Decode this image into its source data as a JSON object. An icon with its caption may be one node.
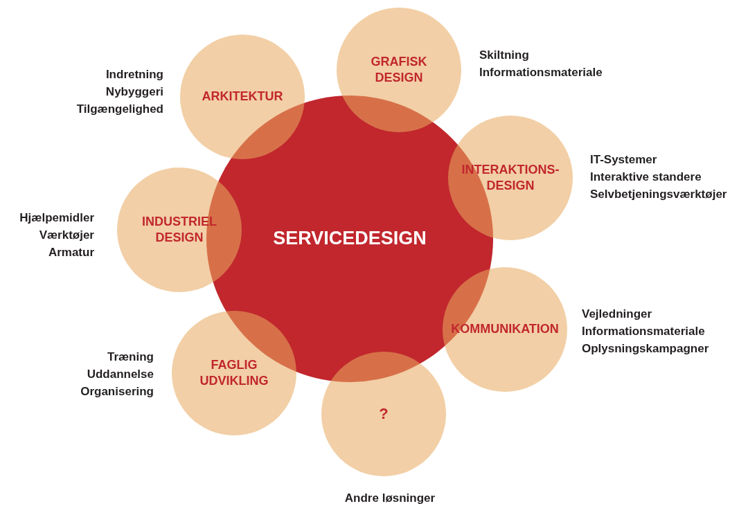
{
  "diagram": {
    "nodes": [
      {
        "text": [
          "SERVICEDESIGN"
        ]
      },
      {
        "text": [
          "ARKITEKTUR"
        ],
        "beside": [
          "Indretning",
          "Nybyggeri",
          "Tilgængelighed"
        ]
      },
      {
        "text": [
          "GRAFISK DESIGN"
        ],
        "beside": [
          "Skiltning",
          "Informationsmateriale"
        ]
      },
      {
        "text": [
          "INTERAKTIONS-DESIGN"
        ],
        "beside": [
          "IT-Systemer",
          "Interaktive standere",
          "Selvbetjeningsværktøjer"
        ]
      },
      {
        "text": [
          "INDUSTRIEL DESIGN"
        ],
        "beside": [
          "Hjælpemidler",
          "Værktøjer",
          "Armatur"
        ]
      },
      {
        "text": [
          "KOMMUNIKATION"
        ],
        "beside": [
          "Vejledninger",
          "Informationsmateriale",
          "Oplysningskampagner"
        ]
      },
      {
        "text": [
          "FAGLIG UDVIKLING"
        ],
        "beside": [
          "Træning",
          "Uddannelse",
          "Organisering"
        ]
      },
      {
        "text": [
          "?"
        ],
        "beside": [
          "Andre løsninger"
        ]
      }
    ]
  }
}
